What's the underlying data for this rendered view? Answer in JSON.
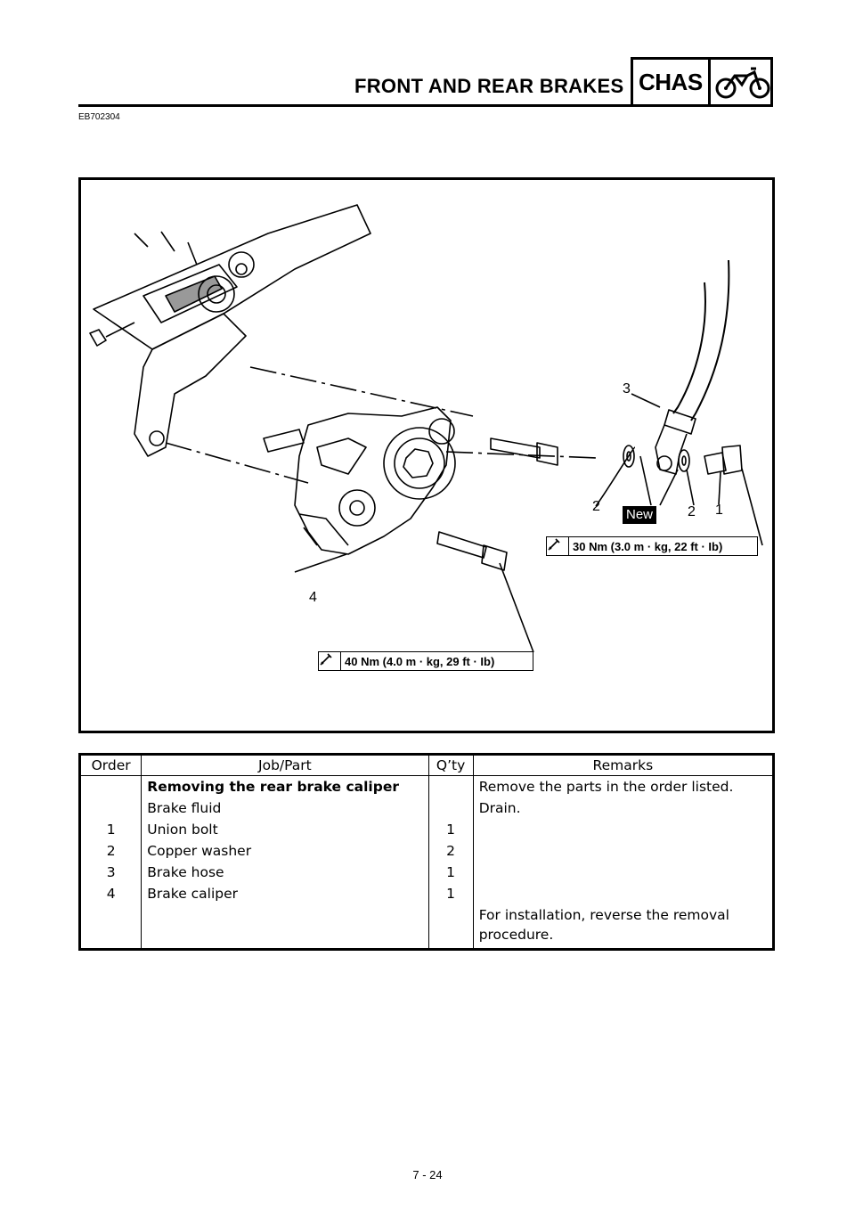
{
  "header": {
    "title": "FRONT AND REAR BRAKES",
    "section_badge": "CHAS",
    "section_icon": "motorcycle-icon",
    "doc_code": "EB702304"
  },
  "figure": {
    "callouts": [
      "1",
      "2",
      "2",
      "3",
      "4"
    ],
    "new_badge": "New",
    "torque_union_bolt": "30 Nm (3.0 m · kg, 22 ft · Ib)",
    "torque_caliper_bolt": "40 Nm (4.0 m · kg, 29 ft · Ib)",
    "torque_icon": "torque-wrench-icon"
  },
  "table": {
    "headers": [
      "Order",
      "Job/Part",
      "Q’ty",
      "Remarks"
    ],
    "rows": [
      {
        "order": "",
        "part": "Removing the rear brake caliper",
        "qty": "",
        "remarks": "Remove the parts in the order listed."
      },
      {
        "order": "",
        "part": "Brake fluid",
        "qty": "",
        "remarks": "Drain."
      },
      {
        "order": "1",
        "part": "Union bolt",
        "qty": "1",
        "remarks": ""
      },
      {
        "order": "2",
        "part": "Copper washer",
        "qty": "2",
        "remarks": ""
      },
      {
        "order": "3",
        "part": "Brake hose",
        "qty": "1",
        "remarks": ""
      },
      {
        "order": "4",
        "part": "Brake caliper",
        "qty": "1",
        "remarks": ""
      },
      {
        "order": "",
        "part": "",
        "qty": "",
        "remarks": "For installation, reverse the removal procedure."
      }
    ]
  },
  "footer": {
    "page_number": "7 - 24"
  }
}
